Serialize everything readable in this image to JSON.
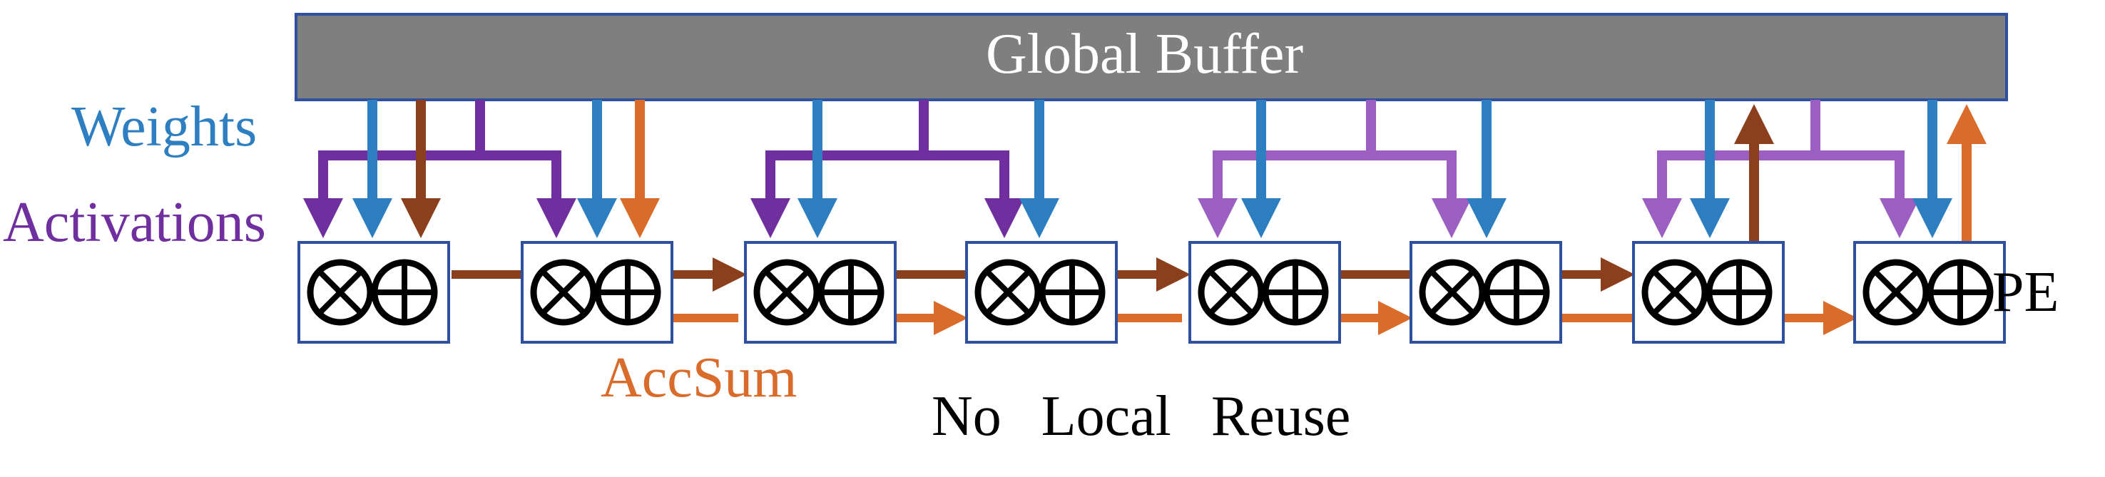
{
  "labels": {
    "global_buffer": "Global Buffer",
    "weights": "Weights",
    "activations": "Activations",
    "accsum": "AccSum",
    "pe": "PE",
    "caption": "No Local Reuse"
  },
  "pe_count": 8,
  "colors": {
    "buffer_fill": "#7f7f7f",
    "border": "#2f4f9f",
    "weights": "#2e7fc1",
    "activations_dark": "#6f2f9e",
    "activations_light": "#9a5fc0",
    "psum_dark": "#8b3f1d",
    "accsum": "#d96b2b",
    "text": "#000000"
  }
}
